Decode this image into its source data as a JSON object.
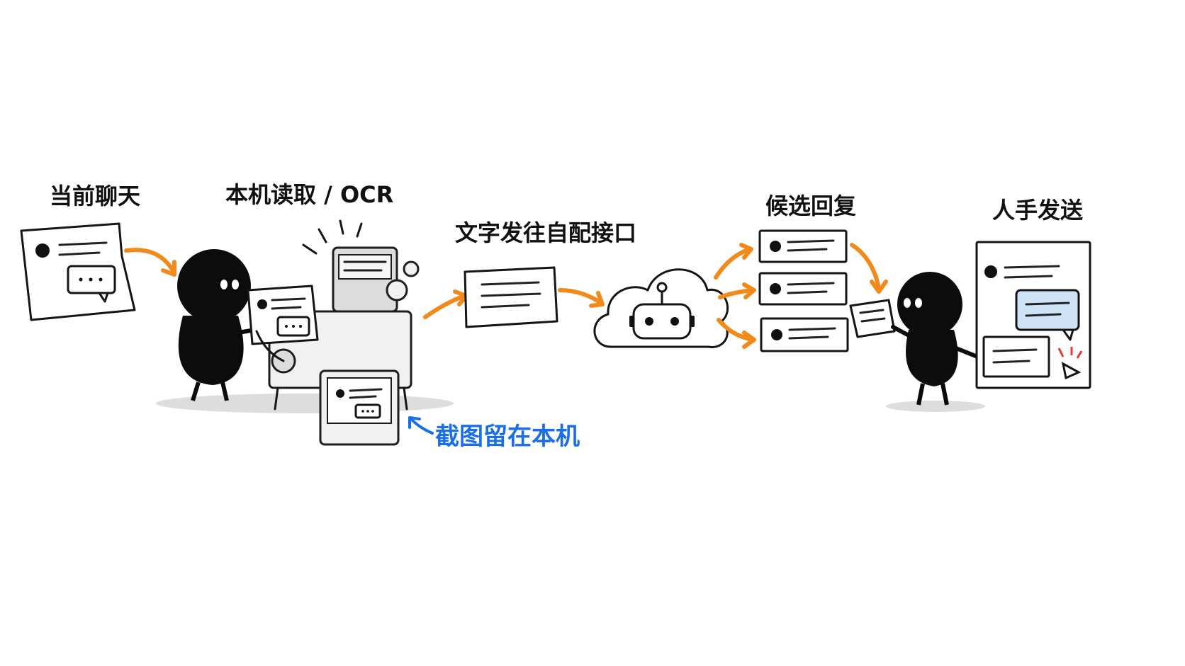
{
  "steps": {
    "current_chat": "当前聊天",
    "local_ocr": "本机读取 / OCR",
    "send_text": "文字发往自配接口",
    "candidates": "候选回复",
    "manual_send": "人手发送"
  },
  "note": {
    "screenshot_local": "截图留在本机"
  },
  "colors": {
    "arrow": "#f28a1a",
    "note": "#1a6ee8",
    "ink": "#151515",
    "bubble_highlight": "#cfe3f7"
  }
}
